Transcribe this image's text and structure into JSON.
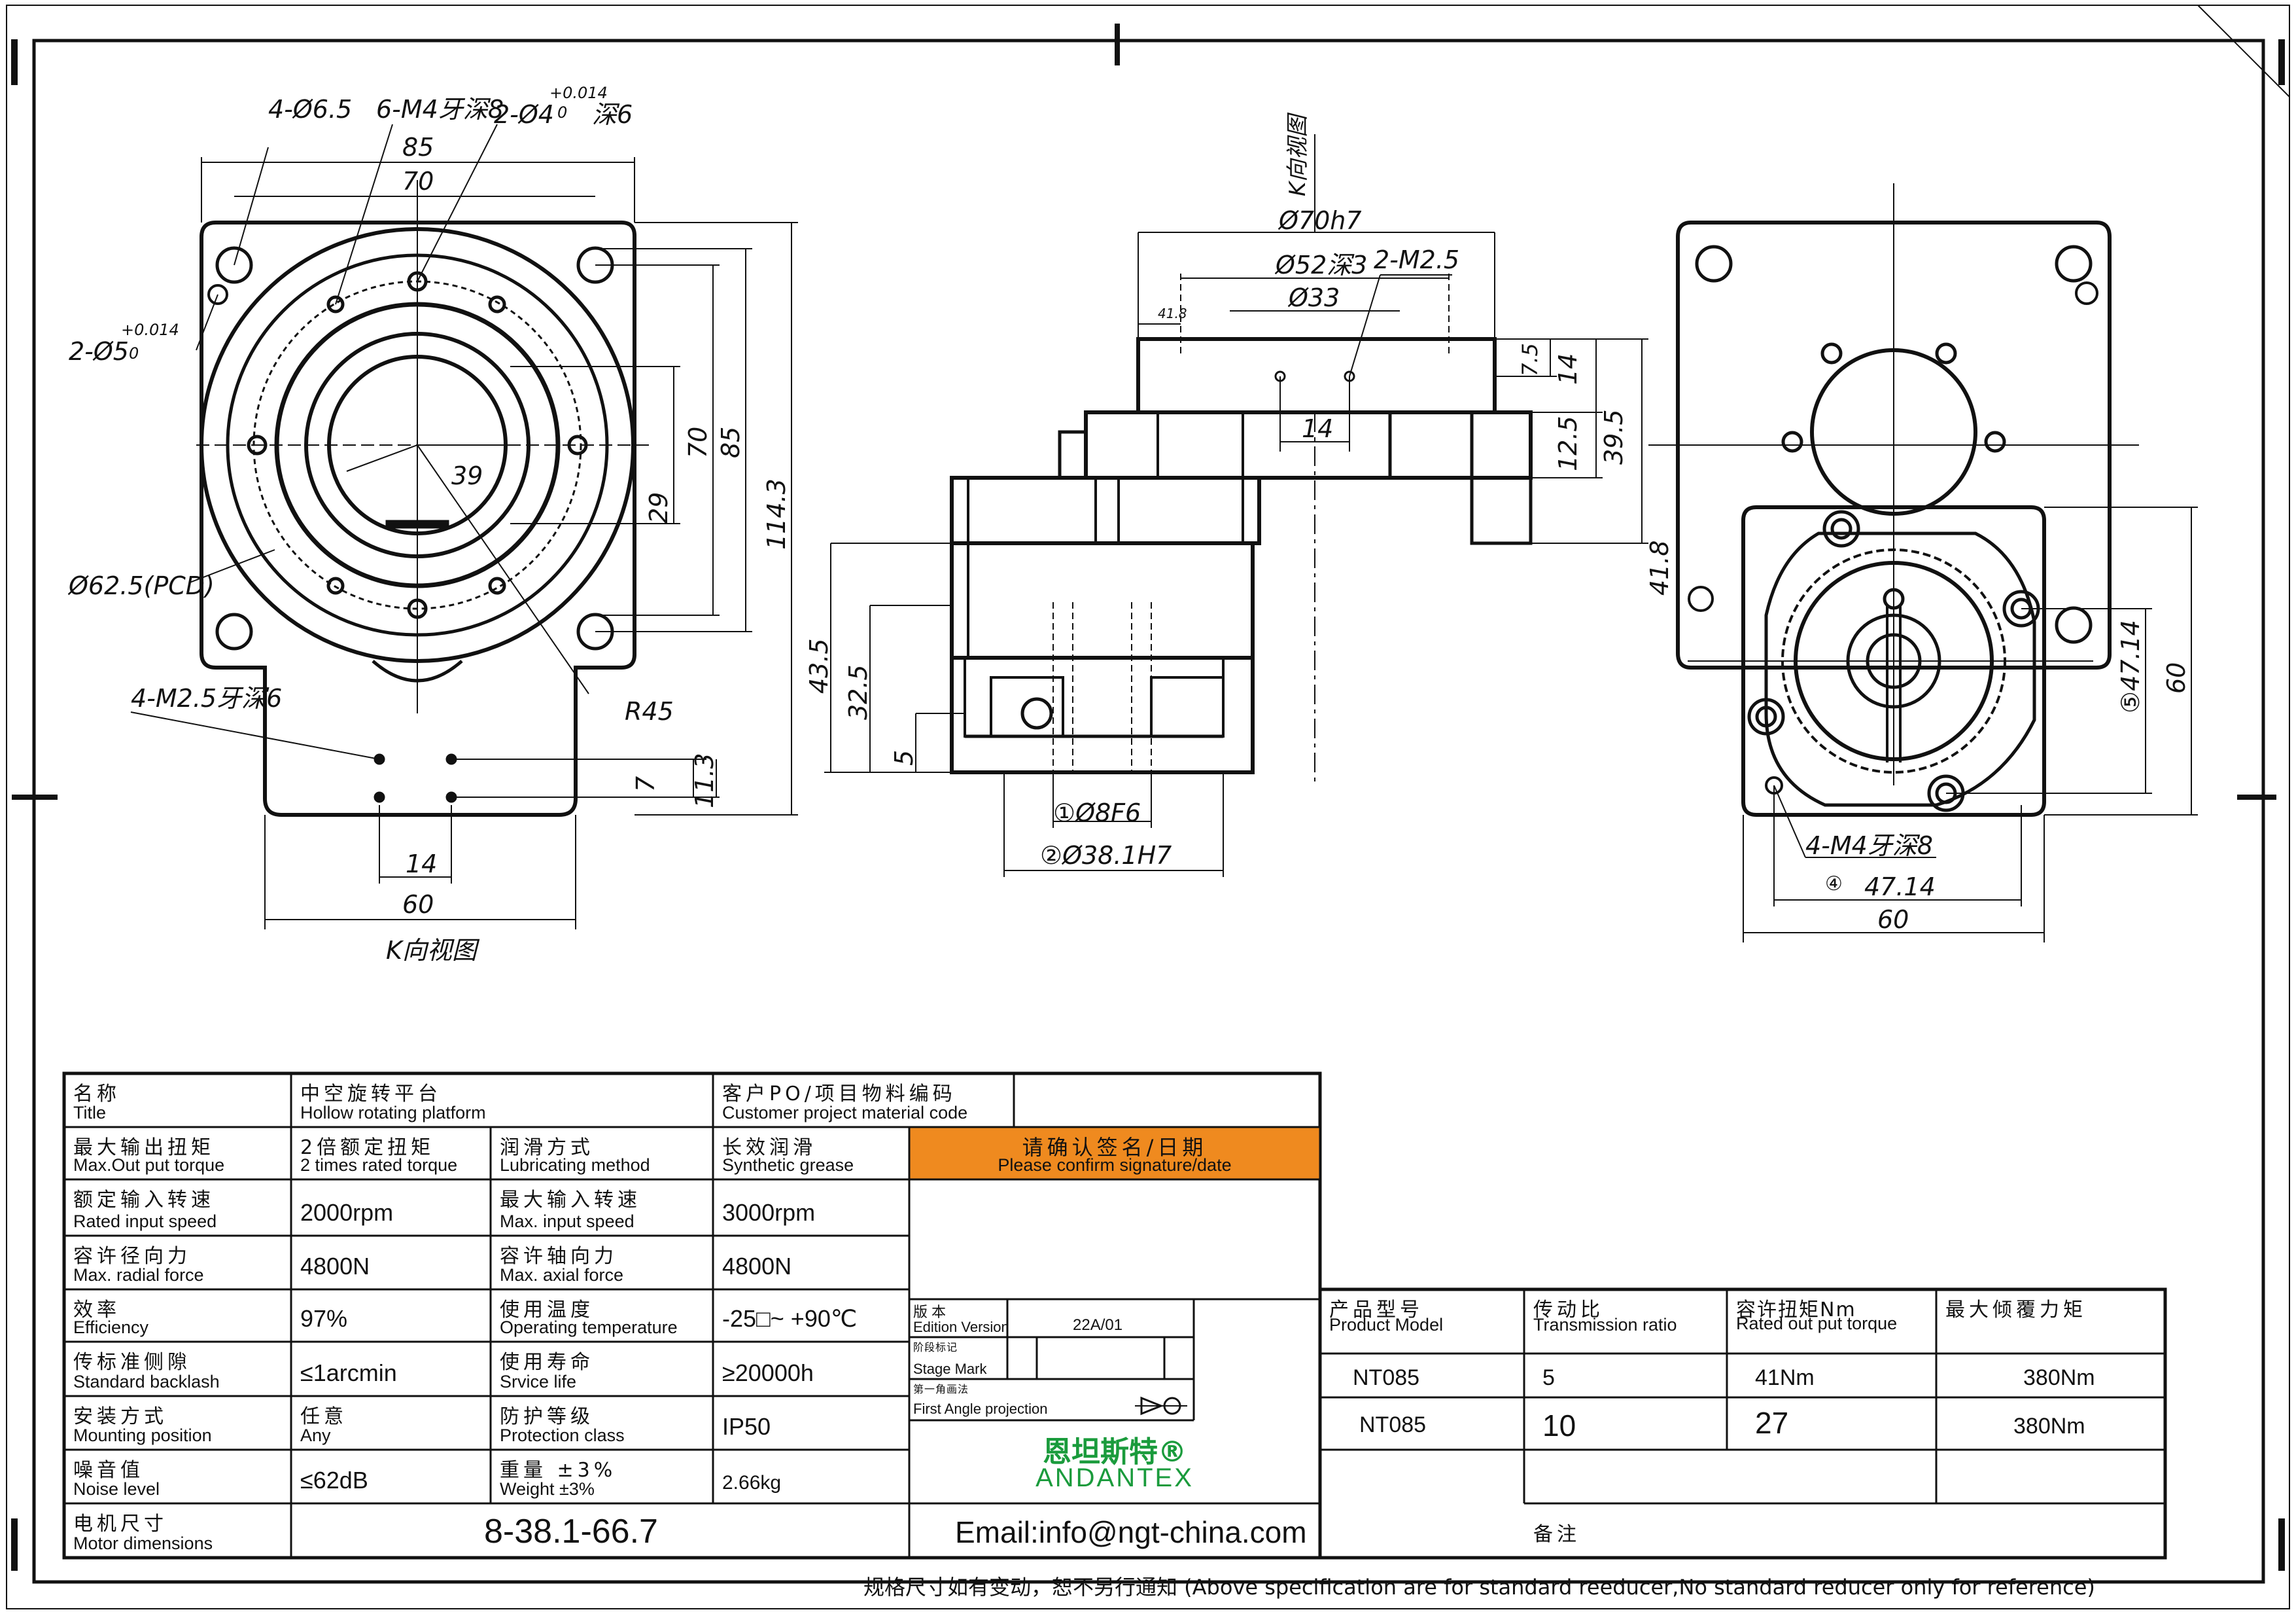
{
  "drawing": {
    "top_view": {
      "label_holes": "4-Ø6.5",
      "label_m4": "6-M4牙深8",
      "label_pin": "2-Ø4",
      "label_pin_tol": "+0.014",
      "label_pin_tol0": "0",
      "label_pin_depth": "深6",
      "label_pin5": "2-Ø5",
      "label_pin5_tol": "+0.014",
      "label_pin5_tol0": "0",
      "dim_85": "85",
      "dim_70": "70",
      "dim_70v": "70",
      "dim_85v": "85",
      "dim_1143": "114.3",
      "dim_39": "39",
      "dim_29": "29",
      "pcd": "Ø62.5(PCD)",
      "r45": "R45",
      "m25": "4-M2.5牙深6",
      "dim_14": "14",
      "dim_60": "60",
      "dim_7": "7",
      "dim_113": "11.3",
      "k_view": "K向视图"
    },
    "side_view": {
      "k_label": "K向视图",
      "d70": "Ø70h7",
      "d52": "Ø52深3",
      "d33": "Ø33",
      "m25": "2-M2.5",
      "d418s": "41.8",
      "d75": "7.5",
      "d14": "14",
      "d14h": "14",
      "d125": "12.5",
      "d395": "39.5",
      "d418": "41.8",
      "d435": "43.5",
      "d325": "32.5",
      "d5": "5",
      "f1": "①Ø8F6",
      "f2": "②Ø38.1H7"
    },
    "right_view": {
      "d4714v": "⑤47.14",
      "d60v": "60",
      "m4": "4-M4牙深8",
      "mark4": "④",
      "d4714": "47.14",
      "d60": "60"
    }
  },
  "table": {
    "title_zh": "名称",
    "title_en": "Title",
    "title_val_zh": "中空旋转平台",
    "title_val_en": "Hollow rotating platform",
    "po_zh": "客户PO/项目物料编码",
    "po_en": "Customer project material code",
    "torque_zh": "最大输出扭矩",
    "torque_en": "Max.Out put torque",
    "torque_val_zh": "2倍额定扭矩",
    "torque_val_en": "2 times rated torque",
    "lube_zh": "润滑方式",
    "lube_en": "Lubricating method",
    "lube_val_zh": "长效润滑",
    "lube_val_en": "Synthetic grease",
    "confirm_zh": "请确认签名/日期",
    "confirm_en": "Please confirm signature/date",
    "rin_zh": "额定输入转速",
    "rin_en": "Rated input speed",
    "rin_val": "2000rpm",
    "maxin_zh": "最大输入转速",
    "maxin_en": "Max. input speed",
    "maxin_val": "3000rpm",
    "rad_zh": "容许径向力",
    "rad_en": "Max. radial force",
    "rad_val": "4800N",
    "ax_zh": "容许轴向力",
    "ax_en": "Max. axial force",
    "ax_val": "4800N",
    "eff_zh": "效率",
    "eff_en": "Efficiency",
    "eff_val": "97%",
    "temp_zh": "使用温度",
    "temp_en": "Operating temperature",
    "temp_val": "-25□~ +90℃",
    "back_zh": "传标准侧隙",
    "back_en": "Standard backlash",
    "back_val": "≤1arcmin",
    "life_zh": "使用寿命",
    "life_en": "Srvice life",
    "life_val": "≥20000h",
    "mount_zh": "安装方式",
    "mount_en": "Mounting position",
    "mount_val_zh": "任意",
    "mount_val_en": "Any",
    "prot_zh": "防护等级",
    "prot_en": "Protection class",
    "prot_val": "IP50",
    "noise_zh": "噪音值",
    "noise_en": "Noise level",
    "noise_val": "≤62dB",
    "wt_zh": "重量 ±3%",
    "wt_en": "Weight ±3%",
    "wt_val": "2.66kg",
    "motor_zh": "电机尺寸",
    "motor_en": "Motor dimensions",
    "motor_val": "8-38.1-66.7",
    "ver_zh": "版本",
    "ver_en": "Edition Version",
    "ver_val": "22A/01",
    "stage_zh": "阶段标记",
    "stage_en": "Stage Mark",
    "proj_zh": "第一角画法",
    "proj_en": "First Angle projection",
    "brand_zh": "恩坦斯特®",
    "brand_en": "ANDANTEX",
    "email": "Email:info@ngt-china.com",
    "model_zh": "产品型号",
    "model_en": "Product Model",
    "ratio_zh": "传动比",
    "ratio_en": "Transmission ratio",
    "rt_zh": "容许扭矩Nm",
    "rt_en": "Rated out put torque",
    "tilt_zh": "最大倾覆力矩",
    "rows": [
      {
        "model": "NT085",
        "ratio": "5",
        "torque": "41Nm",
        "tilt": "380Nm"
      },
      {
        "model": "NT085",
        "ratio": "10",
        "torque": "27",
        "tilt": "380Nm"
      }
    ],
    "remark_zh": "备注",
    "footer": "规格尺寸如有变动，恕不另行通知 (Above specification are for standard reeducer,No standard reducer only for reference)"
  },
  "colors": {
    "accent": "#ef8a1f",
    "brand": "#1a9b3c",
    "line": "#111111"
  }
}
